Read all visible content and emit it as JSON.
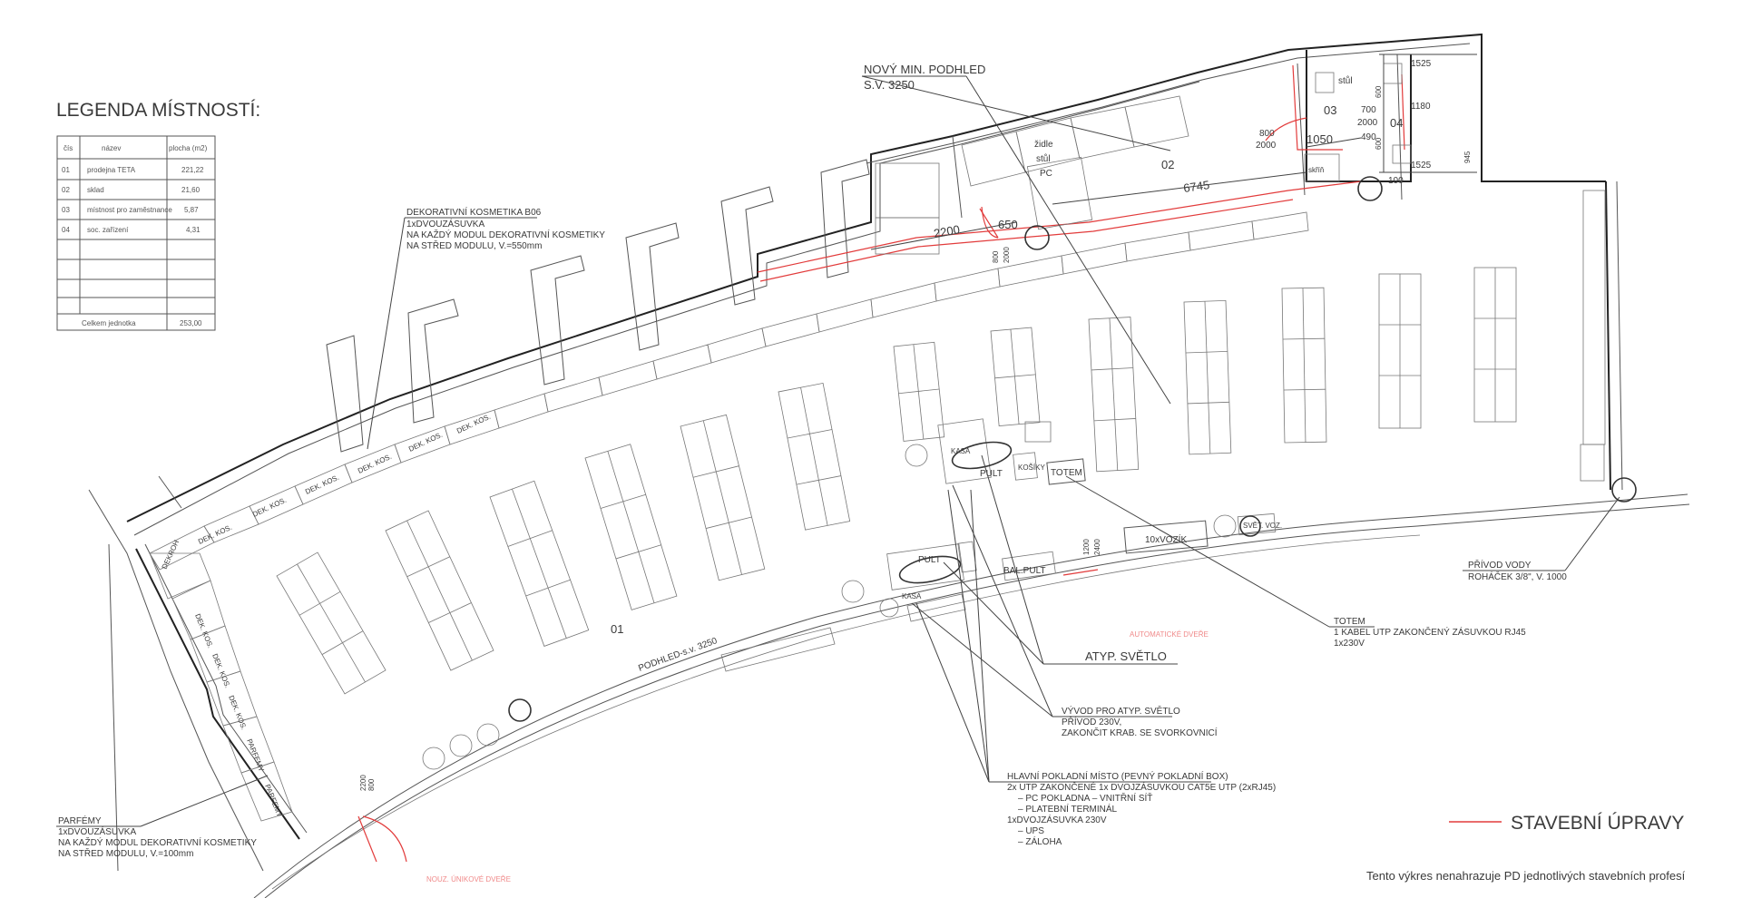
{
  "legend": {
    "title": "LEGENDA MÍSTNOSTÍ:",
    "headers": [
      "čís",
      "název",
      "plocha (m2)"
    ],
    "rows": [
      {
        "num": "01",
        "name": "prodejna TETA",
        "area": "221,22"
      },
      {
        "num": "02",
        "name": "sklad",
        "area": "21,60"
      },
      {
        "num": "03",
        "name": "místnost pro zaměstnance",
        "area": "5,87"
      },
      {
        "num": "04",
        "name": "soc. zařízení",
        "area": "4,31"
      }
    ],
    "total_label": "Celkem jednotka",
    "total_value": "253,00"
  },
  "rooms": {
    "r01": "01",
    "r02": "02",
    "r03": "03",
    "r04": "04"
  },
  "labels": {
    "podhled": "PODHLED-s.v. 3250",
    "novy_podhled_1": "NOVÝ MIN. PODHLED",
    "novy_podhled_2": "S.V. 3250",
    "dek_kos": "DEK. KOS.",
    "dekroh": "DEKROH",
    "parfemy": "PARFEMY",
    "pult": "PULT",
    "kasa": "KASA",
    "kosiky": "KOŠÍKY",
    "totem": "TOTEM",
    "vozik": "10xVOZÍK",
    "svet_voz": "SVĚT. VOZ.",
    "bal_pult": "BAL.PULT",
    "zidle": "židle",
    "stul": "stůl",
    "pc": "PC",
    "skrin": "skříň",
    "automaticke_dvere": "AUTOMATICKÉ DVEŘE",
    "nouzove_dvere": "NOUZ. ÚNIKOVÉ DVEŘE"
  },
  "dimensions": {
    "d1525a": "1525",
    "d600a": "600",
    "d1180": "1180",
    "d700": "700",
    "d2000a": "2000",
    "d800a": "800",
    "d2000b": "2000",
    "d1050": "1050",
    "d490": "490",
    "d600b": "600",
    "d1525b": "1525",
    "d100": "100",
    "d945": "945",
    "d6745": "6745",
    "d2200": "2200",
    "d650": "650",
    "d800b": "800",
    "d2000c": "2000",
    "d1200": "1200",
    "d2400": "2400",
    "d2200b": "2200",
    "d800c": "800"
  },
  "notes": {
    "dekorativni": [
      "DEKORATIVNÍ KOSMETIKA B06",
      "1xDVOUZÁSUVKA",
      "NA KAŽDÝ MODUL DEKORATIVNÍ KOSMETIKY",
      "NA STŘED MODULU, V.=550mm"
    ],
    "parfemy": [
      "PARFÉMY",
      "1xDVOUZÁSUVKA",
      "NA KAŽDÝ MODUL DEKORATIVNÍ KOSMETIKY",
      "NA STŘED MODULU, V.=100mm"
    ],
    "atyp_svetlo": "ATYP. SVĚTLO",
    "vyvod": [
      "VÝVOD PRO ATYP. SVĚTLO",
      "PŘÍVOD 230V,",
      "ZAKONČIT KRAB. SE SVORKOVNICÍ"
    ],
    "pokladni": [
      "HLAVNÍ POKLADNÍ MÍSTO (PEVNÝ POKLADNÍ BOX)",
      "2x UTP ZAKONČENÉ 1x DVOJZÁSUVKOU CAT5E UTP (2xRJ45)",
      "– PC POKLADNA – VNITŘNÍ SÍŤ",
      "– PLATEBNÍ TERMINÁL",
      "1xDVOJZÁSUVKA 230V",
      "– UPS",
      "– ZÁLOHA"
    ],
    "totem": [
      "TOTEM",
      "1 KABEL UTP ZAKONČENÝ ZÁSUVKOU RJ45",
      "1x230V"
    ],
    "privod_vody": [
      "PŘÍVOD VODY",
      "ROHÁČEK 3/8\", V. 1000"
    ],
    "stavebni_upravy": "STAVEBNÍ ÚPRAVY",
    "disclaimer": "Tento výkres nenahrazuje PD jednotlivých stavebních profesí"
  },
  "colors": {
    "stavebni_upravy_line": "#e23b3b"
  }
}
